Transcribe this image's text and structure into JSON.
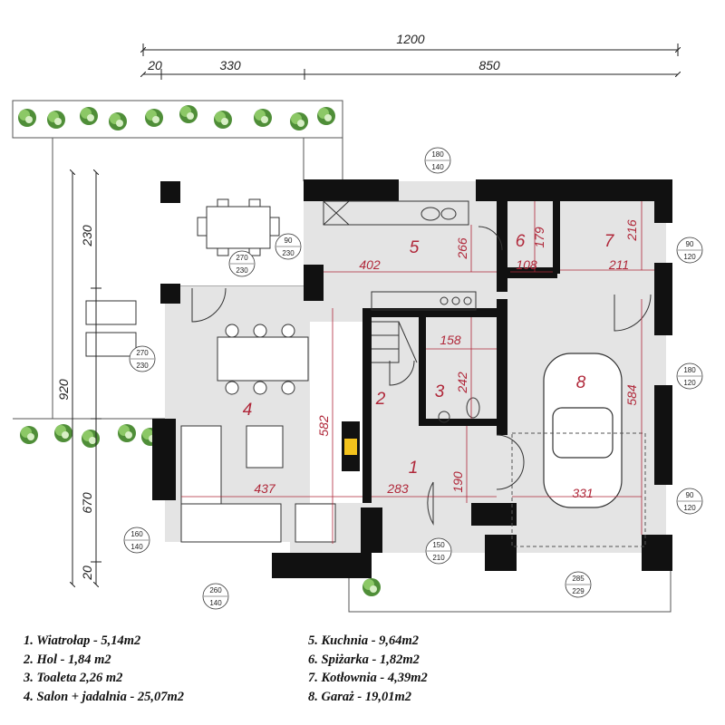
{
  "top_dimensions": {
    "total": "1200",
    "left_edge": "20",
    "left_part": "330",
    "right_part": "850"
  },
  "side_dimensions": {
    "upper": "230",
    "total": "920",
    "lower": "670",
    "bottom_edge": "20"
  },
  "room_numbers": [
    "1",
    "2",
    "3",
    "4",
    "5",
    "6",
    "7",
    "8"
  ],
  "inner_dimensions": {
    "kitchen_width": "402",
    "kitchen_depth": "266",
    "pantry_depth": "179",
    "pantry_width": "108",
    "boiler_depth": "216",
    "boiler_width": "211",
    "toilet_width": "158",
    "toilet_depth": "242",
    "living_depth": "582",
    "living_width": "437",
    "vestibule_width": "283",
    "vestibule_depth": "190",
    "garage_depth": "584",
    "garage_width": "331"
  },
  "openings": {
    "kitchen_window": [
      "180",
      "140"
    ],
    "terrace_door_top": [
      "90",
      "230"
    ],
    "terrace_door_upper": [
      "270",
      "230"
    ],
    "terrace_door_side": [
      "270",
      "230"
    ],
    "boiler_window": [
      "90",
      "120"
    ],
    "garage_window_side": [
      "180",
      "120"
    ],
    "garage_window_lower": [
      "90",
      "120"
    ],
    "living_window_left": [
      "160",
      "140"
    ],
    "living_window_bottom": [
      "260",
      "140"
    ],
    "entrance_door": [
      "150",
      "210"
    ],
    "garage_door": [
      "285",
      "229"
    ]
  },
  "legend_left": [
    "1. Wiatrołap - 5,14m2",
    "2. Hol - 1,84 m2",
    "3. Toaleta 2,26 m2",
    "4. Salon + jadalnia - 25,07m2"
  ],
  "legend_right": [
    "5. Kuchnia - 9,64m2",
    "6. Spiżarka - 1,82m2",
    "7. Kotłownia - 4,39m2",
    "8. Garaż - 19,01m2"
  ],
  "colors": {
    "floor": "#e4e4e4",
    "wall": "#111111",
    "dimension_red": "#b0283a",
    "plant": "#79b655",
    "fireplace": "#f3c21c"
  }
}
